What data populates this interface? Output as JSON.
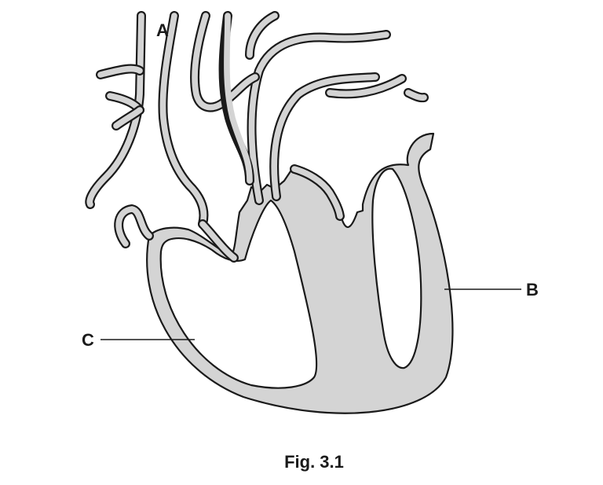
{
  "labels": {
    "a": "A",
    "b": "B",
    "c": "C"
  },
  "caption": "Fig. 3.1",
  "colors": {
    "muscle": "#d4d4d4",
    "outline": "#1a1a1a",
    "background": "#ffffff"
  }
}
